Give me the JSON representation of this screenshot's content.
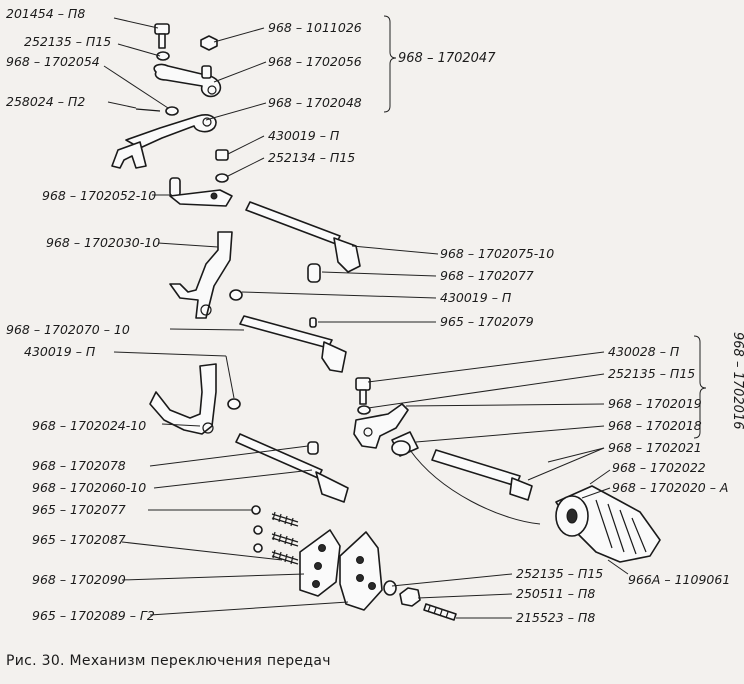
{
  "caption": "Рис. 30. Механизм переключения передач",
  "labels": {
    "l201454": "201454 – П8",
    "l252135a": "252135 – П15",
    "l968_1702054": "968 – 1702054",
    "l258024": "258024 – П2",
    "l968_1011026": "968 – 1011026",
    "l968_1702056": "968 – 1702056",
    "l968_1702047": "968 – 1702047",
    "l968_1702048": "968 – 1702048",
    "l430019a": "430019 – П",
    "l252134": "252134 – П15",
    "l968_1702052": "968 – 1702052-10",
    "l968_1702030": "968 – 1702030-10",
    "l968_1702075": "968 – 1702075-10",
    "l968_1702077": "968 – 1702077",
    "l430019b": "430019 – П",
    "l968_1702070": "968 – 1702070 – 10",
    "l965_1702079": "965 – 1702079",
    "l430019c": "430019 – П",
    "l430028": "430028 – П",
    "l252135b": "252135 – П15",
    "l968_1702016": "968 – 1702016",
    "l968_1702019": "968 – 1702019",
    "l968_1702024": "968 – 1702024-10",
    "l968_1702018": "968 – 1702018",
    "l968_1702078": "968 – 1702078",
    "l968_1702021": "968 – 1702021",
    "l968_1702022": "968 – 1702022",
    "l968_1702060": "968 – 1702060-10",
    "l968_1702020": "968 – 1702020 – А",
    "l965_1702077": "965 – 1702077",
    "l965_1702087": "965 – 1702087",
    "l968_1702090": "968 – 1702090",
    "l966a": "966А – 1109061",
    "l252135c": "252135 – П15",
    "l250511": "250511 – П8",
    "l965_1702089": "965 – 1702089 – Г2",
    "l215523": "215523 – П8"
  }
}
